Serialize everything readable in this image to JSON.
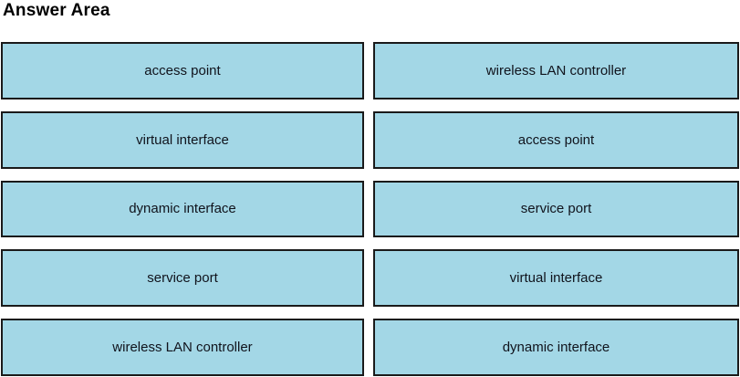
{
  "title": "Answer Area",
  "colors": {
    "tile_fill": "#a3d7e6",
    "tile_border": "#1a1a1a",
    "tile_text": "#10131c",
    "title_text": "#000000"
  },
  "columns": {
    "left": {
      "items": [
        "access point",
        "virtual interface",
        "dynamic interface",
        "service port",
        "wireless LAN controller"
      ]
    },
    "right": {
      "items": [
        "wireless LAN controller",
        "access point",
        "service port",
        "virtual interface",
        "dynamic interface"
      ]
    }
  }
}
